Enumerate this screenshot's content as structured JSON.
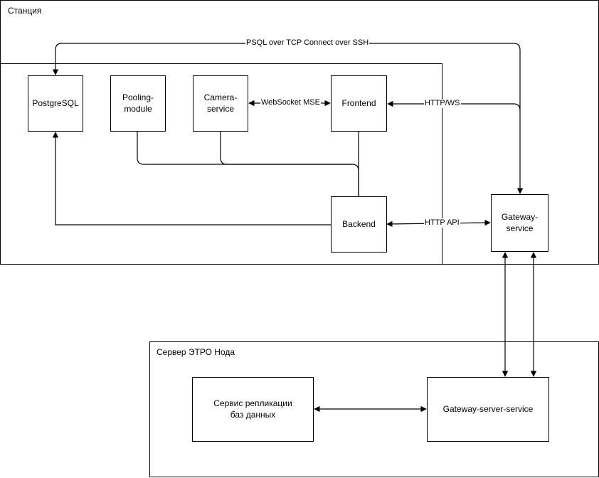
{
  "containers": {
    "station": "Станция",
    "server": "Сервер ЭТРО Нода"
  },
  "nodes": {
    "postgres": "PostgreSQL",
    "pooling": "Pooling-\nmodule",
    "camera": "Camera-\nservice",
    "frontend": "Frontend",
    "backend": "Backend",
    "gateway": "Gateway-\nservice",
    "replication": "Сервис репликации\nбаз данных",
    "gateway_server": "Gateway-server-service"
  },
  "edges": {
    "psql_ssh": "PSQL over TCP Connect over SSH",
    "websocket": "WebSocket MSE",
    "http_ws": "HTTP/WS",
    "http_api": "HTTP API"
  },
  "colors": {
    "line": "#000000",
    "background": "#ffffff"
  }
}
